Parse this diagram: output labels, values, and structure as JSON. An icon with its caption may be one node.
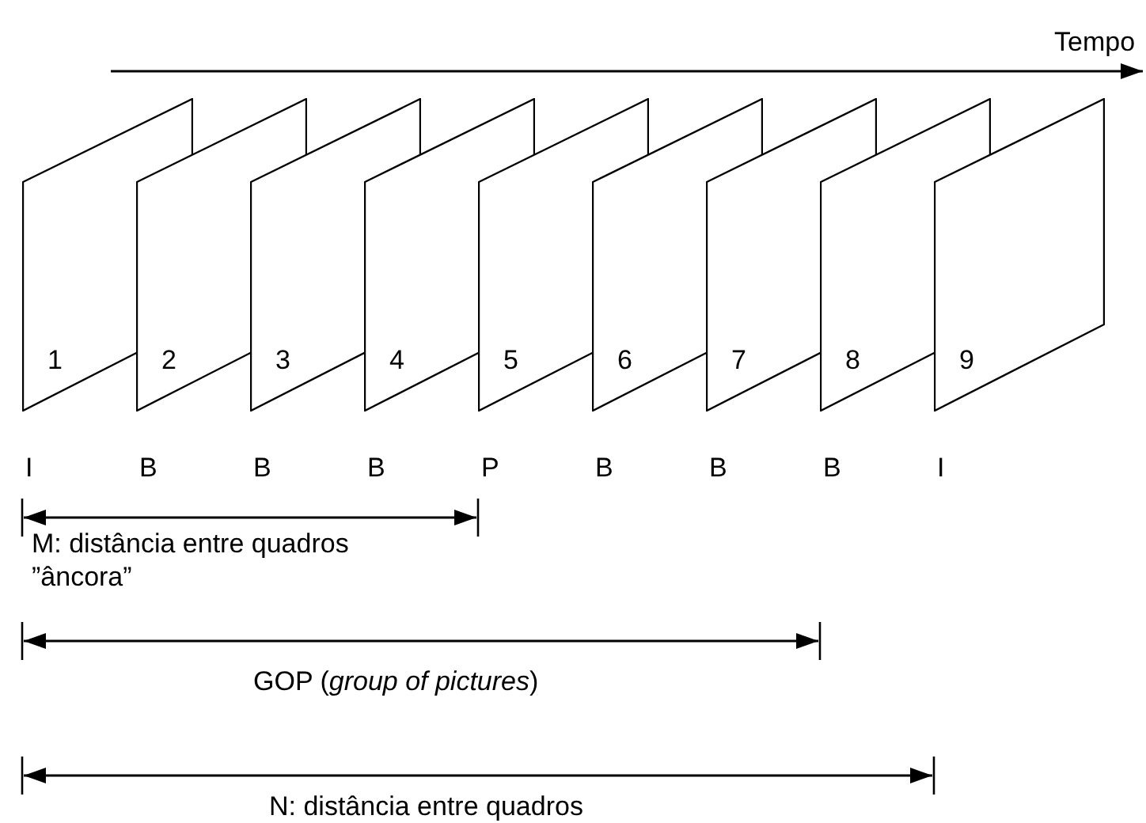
{
  "diagram": {
    "nodes": [
      {
        "text": [
          "1"
        ],
        "beside": [
          "I"
        ]
      },
      {
        "text": [
          "2"
        ],
        "beside": [
          "B"
        ]
      },
      {
        "text": [
          "3"
        ],
        "beside": [
          "B"
        ]
      },
      {
        "text": [
          "4"
        ],
        "beside": [
          "B"
        ]
      },
      {
        "text": [
          "5"
        ],
        "beside": [
          "P"
        ]
      },
      {
        "text": [
          "6"
        ],
        "beside": [
          "B"
        ]
      },
      {
        "text": [
          "7"
        ],
        "beside": [
          "B"
        ]
      },
      {
        "text": [
          "8"
        ],
        "beside": [
          "B"
        ]
      },
      {
        "text": [
          "9"
        ],
        "beside": [
          "I"
        ]
      }
    ],
    "edges": [],
    "labels": [
      "Tempo",
      "M: distância entre quadros ”âncora”",
      "GOP (*group of pictures*)",
      "N: distância entre quadros"
    ]
  }
}
